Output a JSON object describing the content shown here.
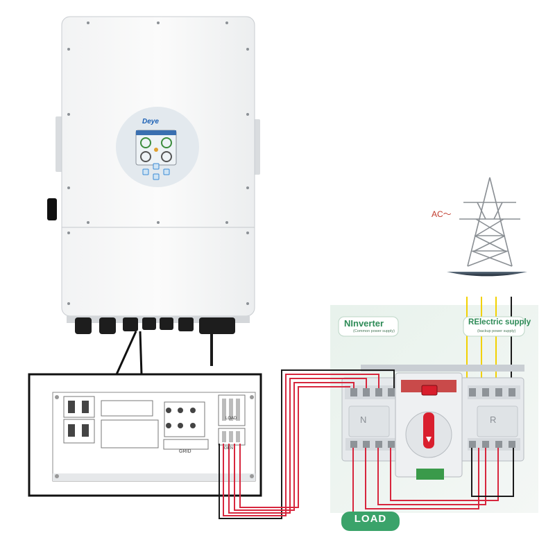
{
  "power_tower": {
    "label": "AC～"
  },
  "switch": {
    "n_badge": "N",
    "n_label": "Inverter",
    "n_sub": "(Common power supply)",
    "r_badge": "R",
    "r_label": "Electric supply",
    "r_sub": "(backup power supply)",
    "n_panel": "N",
    "r_panel": "R"
  },
  "load": {
    "label": "LOAD"
  },
  "inverter": {
    "brand": "Deye"
  },
  "terminal": {
    "grid_label": "GRID",
    "gen_label": "GEN",
    "load_label": "LOAD"
  },
  "wire_colors": {
    "red": "#d7263d",
    "black": "#1a1a1a",
    "yellow": "#f2d100"
  }
}
